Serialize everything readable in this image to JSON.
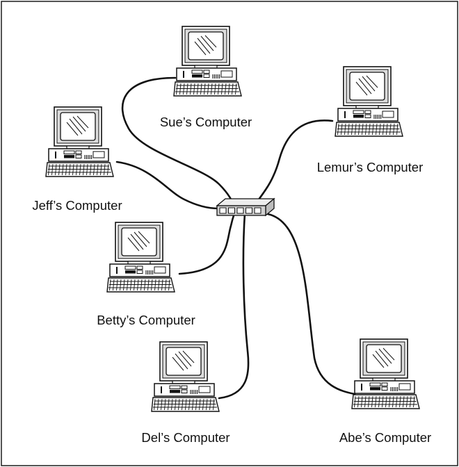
{
  "computers": [
    {
      "id": "sue",
      "label": "Sue’s Computer",
      "icon": "desktop-computer-icon"
    },
    {
      "id": "jeff",
      "label": "Jeff’s Computer",
      "icon": "desktop-computer-icon"
    },
    {
      "id": "lemur",
      "label": "Lemur’s Computer",
      "icon": "desktop-computer-icon"
    },
    {
      "id": "betty",
      "label": "Betty’s Computer",
      "icon": "desktop-computer-icon"
    },
    {
      "id": "del",
      "label": "Del’s Computer",
      "icon": "desktop-computer-icon"
    },
    {
      "id": "abe",
      "label": "Abe’s Computer",
      "icon": "desktop-computer-icon"
    }
  ],
  "hub": {
    "icon": "network-switch-icon",
    "port_count": 5
  },
  "connections": [
    "sue",
    "jeff",
    "lemur",
    "betty",
    "del",
    "abe"
  ],
  "colors": {
    "line": "#111111",
    "background": "#ffffff",
    "switch_fill": "#d0d0d0"
  }
}
